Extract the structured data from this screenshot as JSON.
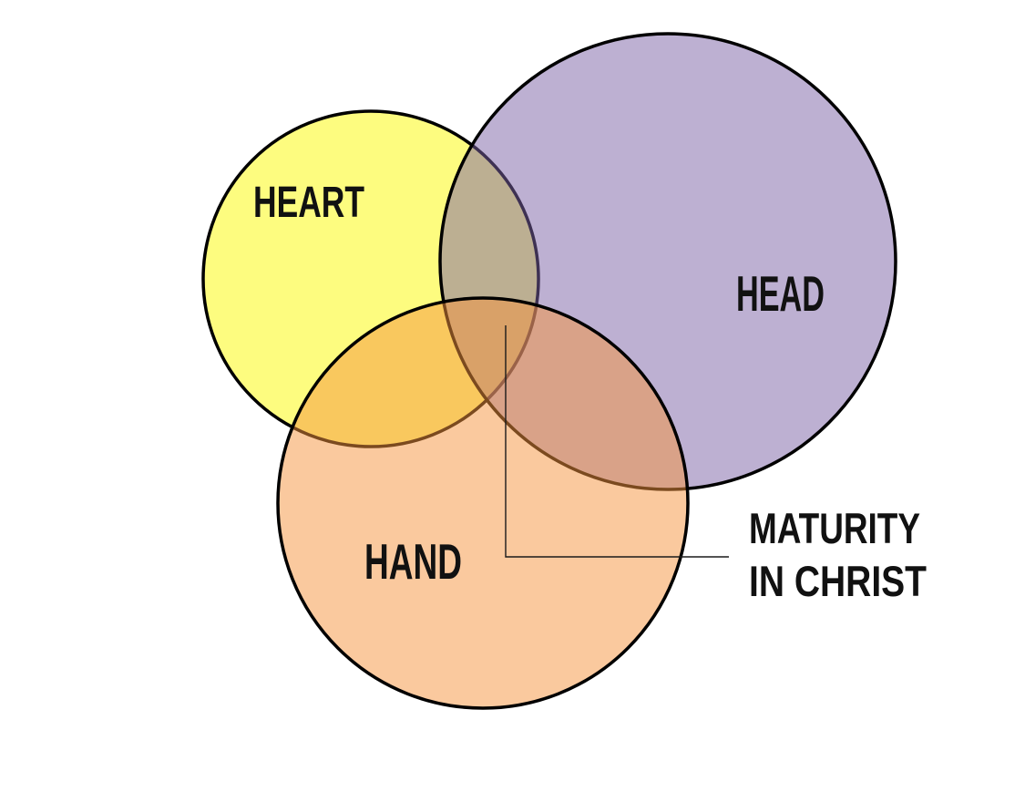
{
  "diagram": {
    "type": "venn",
    "background_color": "#ffffff",
    "outline_color": "#000000",
    "fill_opacity": 0.5,
    "circles": [
      {
        "id": "heart",
        "label": "HEART",
        "color": "#FBF900"
      },
      {
        "id": "head",
        "label": "HEAD",
        "color": "#7B61A5"
      },
      {
        "id": "hand",
        "label": "HAND",
        "color": "#F5933D"
      }
    ],
    "annotation": {
      "line1": "MATURITY",
      "line2": "IN CHRIST",
      "points_to": "triple-intersection",
      "leader_color": "#1a1a1a"
    }
  }
}
